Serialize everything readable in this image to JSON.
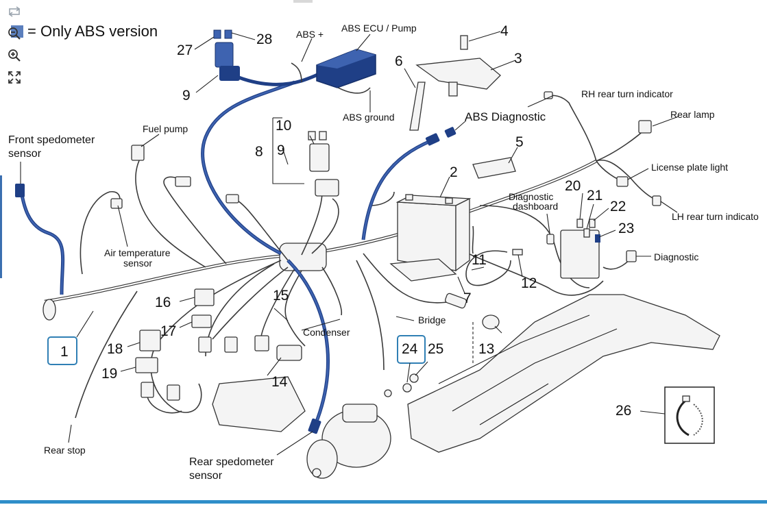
{
  "legend": {
    "text": "= Only ABS version",
    "swatch_color": "#5b7fbd"
  },
  "toolbar": {
    "icons": [
      "rotate-icon",
      "zoom-out-icon",
      "zoom-in-icon",
      "fit-screen-icon"
    ]
  },
  "colors": {
    "abs_wire": "#1f3f86",
    "highlight_box": "#2f7fb4",
    "bottom_bar": "#2f8ec9"
  },
  "labels": {
    "abs_plus": "ABS +",
    "abs_ecu": "ABS ECU / Pump",
    "abs_ground": "ABS ground",
    "abs_diagnostic": "ABS Diagnostic",
    "rh_turn": "RH rear turn indicator",
    "rear_lamp": "Rear lamp",
    "license_plate": "License plate light",
    "lh_turn": "LH rear turn indicato",
    "diag_dashboard_1": "Diagnostic",
    "diag_dashboard_2": "dashboard",
    "diagnostic": "Diagnostic",
    "front_speedo_1": "Front spedometer",
    "front_speedo_2": "sensor",
    "fuel_pump": "Fuel pump",
    "air_temp_1": "Air temperature",
    "air_temp_2": "sensor",
    "condenser": "Condenser",
    "bridge": "Bridge",
    "rear_stop": "Rear stop",
    "rear_speedo_1": "Rear spedometer",
    "rear_speedo_2": "sensor"
  },
  "numbers": {
    "n1": "1",
    "n2": "2",
    "n3": "3",
    "n4": "4",
    "n5": "5",
    "n6": "6",
    "n7": "7",
    "n8": "8",
    "n9a": "9",
    "n9b": "9",
    "n10": "10",
    "n11": "11",
    "n12": "12",
    "n13": "13",
    "n14": "14",
    "n15": "15",
    "n16": "16",
    "n17": "17",
    "n18": "18",
    "n19": "19",
    "n20": "20",
    "n21": "21",
    "n22": "22",
    "n23": "23",
    "n24": "24",
    "n25": "25",
    "n26": "26",
    "n27": "27",
    "n28": "28"
  }
}
